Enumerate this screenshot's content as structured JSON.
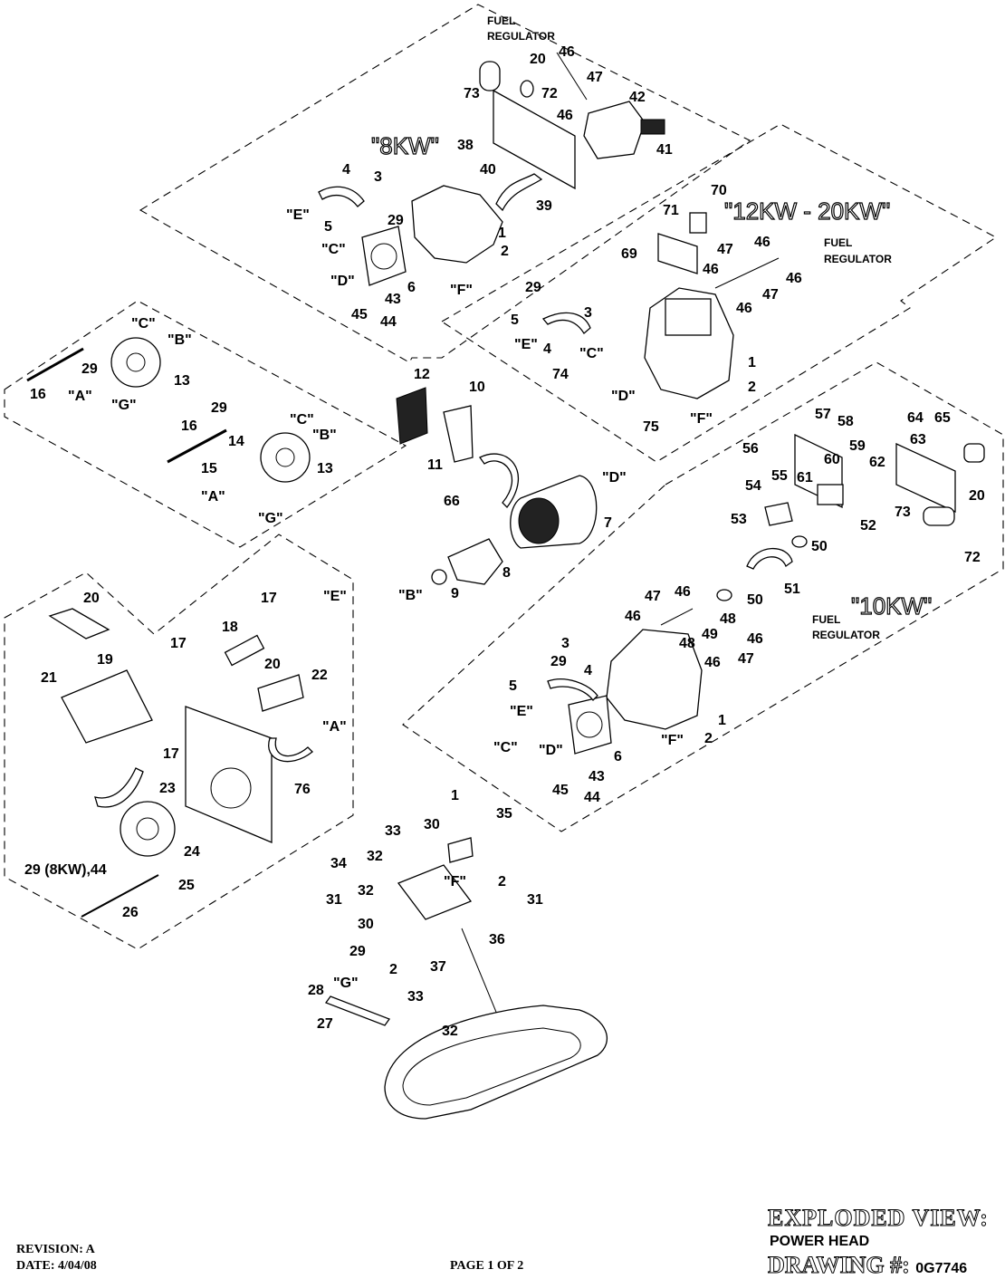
{
  "callouts": {
    "fuel_regulator": "FUEL\nREGULATOR",
    "kw8": "\"8KW\"",
    "kw12_20": "\"12KW - 20KW\"",
    "kw10": "\"10KW\"",
    "ref_8kw_note": "29 (8KW),44"
  },
  "part_numbers_8kw": [
    "20",
    "46",
    "47",
    "73",
    "72",
    "42",
    "46",
    "41",
    "38",
    "40",
    "39",
    "4",
    "3",
    "29",
    "5",
    "\"E\"",
    "\"C\"",
    "1",
    "2",
    "\"D\"",
    "6",
    "\"F\"",
    "43",
    "45",
    "44"
  ],
  "part_numbers_12_20kw": [
    "70",
    "71",
    "46",
    "69",
    "47",
    "46",
    "46",
    "47",
    "46",
    "29",
    "5",
    "3",
    "\"E\"",
    "4",
    "\"C\"",
    "74",
    "1",
    "\"D\"",
    "2",
    "75",
    "\"F\""
  ],
  "part_numbers_10kw": [
    "57",
    "58",
    "64",
    "65",
    "56",
    "60",
    "59",
    "63",
    "55",
    "61",
    "62",
    "54",
    "53",
    "52",
    "73",
    "20",
    "72",
    "50",
    "51",
    "50",
    "47",
    "46",
    "46",
    "48",
    "49",
    "46",
    "47",
    "46",
    "29",
    "3",
    "5",
    "4",
    "\"E\"",
    "\"C\"",
    "\"D\"",
    "6",
    "\"F\"",
    "2",
    "1",
    "43",
    "45",
    "44"
  ],
  "part_numbers_left": [
    "\"C\"",
    "\"B\"",
    "29",
    "16",
    "13",
    "\"A\"",
    "\"G\"",
    "29",
    "\"C\"",
    "16",
    "14",
    "\"B\"",
    "15",
    "13",
    "\"A\"",
    "\"G\""
  ],
  "part_numbers_center": [
    "12",
    "10",
    "11",
    "\"D\"",
    "66",
    "7",
    "8",
    "\"B\"",
    "9"
  ],
  "part_numbers_muffler": [
    "20",
    "17",
    "\"E\"",
    "18",
    "17",
    "19",
    "21",
    "20",
    "22",
    "\"A\"",
    "17",
    "23",
    "76",
    "24",
    "25",
    "26"
  ],
  "part_numbers_base": [
    "1",
    "35",
    "33",
    "30",
    "32",
    "34",
    "\"F\"",
    "2",
    "31",
    "32",
    "31",
    "30",
    "36",
    "29",
    "2",
    "37",
    "28",
    "\"G\"",
    "33",
    "27",
    "32"
  ],
  "footer": {
    "revision": "REVISION:  A",
    "date": "DATE:  4/04/08",
    "page": "PAGE 1 OF 2",
    "title1": "EXPLODED VIEW:",
    "title2": "POWER HEAD",
    "drawing_label": "DRAWING #:",
    "drawing_number": "0G7746"
  }
}
